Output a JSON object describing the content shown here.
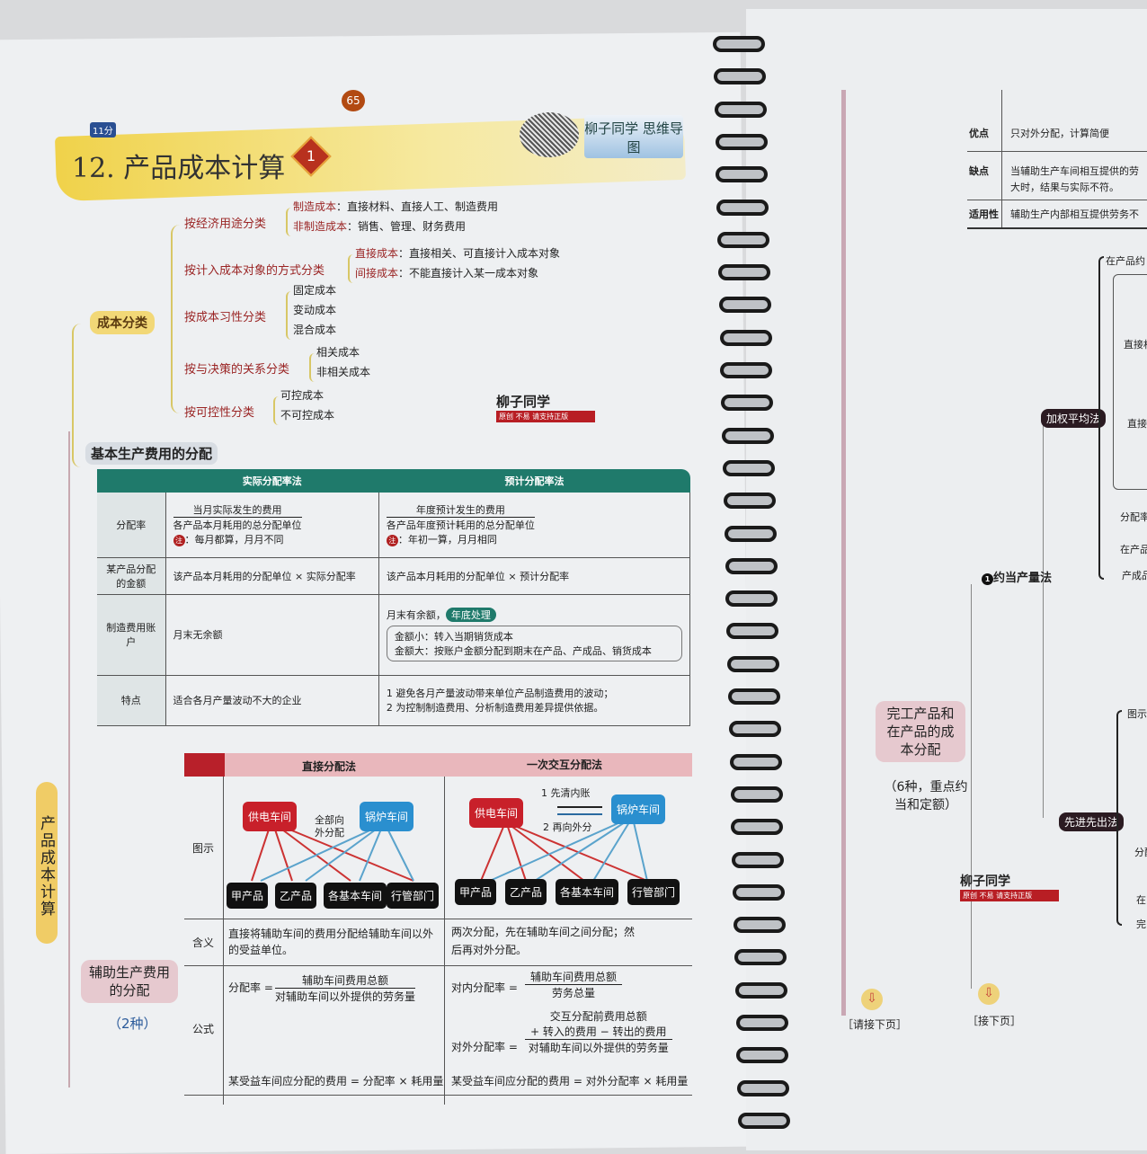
{
  "page_number": "65",
  "header": {
    "tag": "11分",
    "title": "12. 产品成本计算",
    "badge": "1",
    "brand": "柳子同学 思维导图"
  },
  "cost_classification": {
    "root": "成本分类",
    "branches": [
      {
        "label": "按经济用途分类",
        "items": [
          {
            "k": "制造成本",
            "v": "：直接材料、直接人工、制造费用"
          },
          {
            "k": "非制造成本",
            "v": "：销售、管理、财务费用"
          }
        ]
      },
      {
        "label": "按计入成本对象的方式分类",
        "items": [
          {
            "k": "直接成本",
            "v": "：直接相关、可直接计入成本对象"
          },
          {
            "k": "间接成本",
            "v": "：不能直接计入某一成本对象"
          }
        ]
      },
      {
        "label": "按成本习性分类",
        "items": [
          {
            "k": "固定成本",
            "v": ""
          },
          {
            "k": "变动成本",
            "v": ""
          },
          {
            "k": "混合成本",
            "v": ""
          }
        ]
      },
      {
        "label": "按与决策的关系分类",
        "items": [
          {
            "k": "相关成本",
            "v": ""
          },
          {
            "k": "非相关成本",
            "v": ""
          }
        ]
      },
      {
        "label": "按可控性分类",
        "items": [
          {
            "k": "可控成本",
            "v": ""
          },
          {
            "k": "不可控成本",
            "v": ""
          }
        ]
      }
    ]
  },
  "stamp": {
    "name": "柳子同学",
    "slogan": "原创 不易 请支持正版"
  },
  "basic_alloc": {
    "title": "基本生产费用的分配",
    "headers": [
      "实际分配率法",
      "预计分配率法"
    ],
    "rows": {
      "rate": {
        "label": "分配率",
        "a_num": "当月实际发生的费用",
        "a_den": "各产品本月耗用的总分配单位",
        "a_note": "：每月都算，月月不同",
        "b_num": "年度预计发生的费用",
        "b_den": "各产品年度预计耗用的总分配单位",
        "b_note": "：年初一算，月月相同",
        "note_icon": "注"
      },
      "amount": {
        "label": "某产品分配的金额",
        "a": "该产品本月耗用的分配单位 × 实际分配率",
        "b": "该产品本月耗用的分配单位 × 预计分配率"
      },
      "account": {
        "label": "制造费用账户",
        "a": "月末无余额",
        "b_intro": "月末有余额，",
        "b_pill": "年底处理",
        "b_small": "金额小：转入当期销货成本",
        "b_large": "金额大：按账户金额分配到期末在产品、产成品、销货成本"
      },
      "feature": {
        "label": "特点",
        "a": "适合各月产量波动不大的企业",
        "b1": "1  避免各月产量波动带来单位产品制造费用的波动；",
        "b2": "2  为控制制造费用、分析制造费用差异提供依据。"
      }
    }
  },
  "aux_alloc": {
    "node": "辅助生产费用的分配",
    "count": "（2种）",
    "headers": [
      "直接分配法",
      "一次交互分配法"
    ],
    "diagram_label": "图示",
    "sources": [
      "供电车间",
      "锅炉车间"
    ],
    "targets": [
      "甲产品",
      "乙产品",
      "各基本车间",
      "行管部门"
    ],
    "direct_note": "全部向外分配",
    "step1": "1 先清内账",
    "step2": "2 再向外分",
    "meaning_label": "含义",
    "meaning_a": "直接将辅助车间的费用分配给辅助车间以外的受益单位。",
    "meaning_b": "两次分配，先在辅助车间之间分配；然后再对外分配。",
    "formula_label": "公式",
    "fa_lhs": "分配率 =",
    "fa_num": "辅助车间费用总额",
    "fa_den": "对辅助车间以外提供的劳务量",
    "fb1_lhs": "对内分配率 =",
    "fb1_num": "辅助车间费用总额",
    "fb1_den": "劳务总量",
    "fb2_lhs": "对外分配率 =",
    "fb2_num1": "交互分配前费用总额",
    "fb2_num2": "+ 转入的费用 − 转出的费用",
    "fb2_den": "对辅助车间以外提供的劳务量",
    "fa_result": "某受益车间应分配的费用 = 分配率 × 耗用量",
    "fb_result": "某受益车间应分配的费用 = 对外分配率 × 耗用量"
  },
  "vertical_root": "产品成本计算",
  "right_page": {
    "table": [
      {
        "label": "优点",
        "value": "只对外分配，计算简便"
      },
      {
        "label": "缺点",
        "value": "当辅助生产车间相互提供的劳",
        "value2": "大时，结果与实际不符。"
      },
      {
        "label": "适用性",
        "value": "辅助生产内部相互提供劳务不"
      }
    ],
    "node": "完工产品和在产品的成本分配",
    "node_note": "（6种，重点约当和定额）",
    "equiv": "约当产量法",
    "equiv_num": "1",
    "weighted": "加权平均法",
    "fifo": "先进先出法",
    "weighted_items": [
      "在产品约",
      "直接相",
      "直接",
      "分配率",
      "在产品",
      "产成品"
    ],
    "fifo_items": [
      "图示",
      "分配",
      "在",
      "完"
    ],
    "cont1": "［请接下页］",
    "cont2": "［接下页］"
  }
}
